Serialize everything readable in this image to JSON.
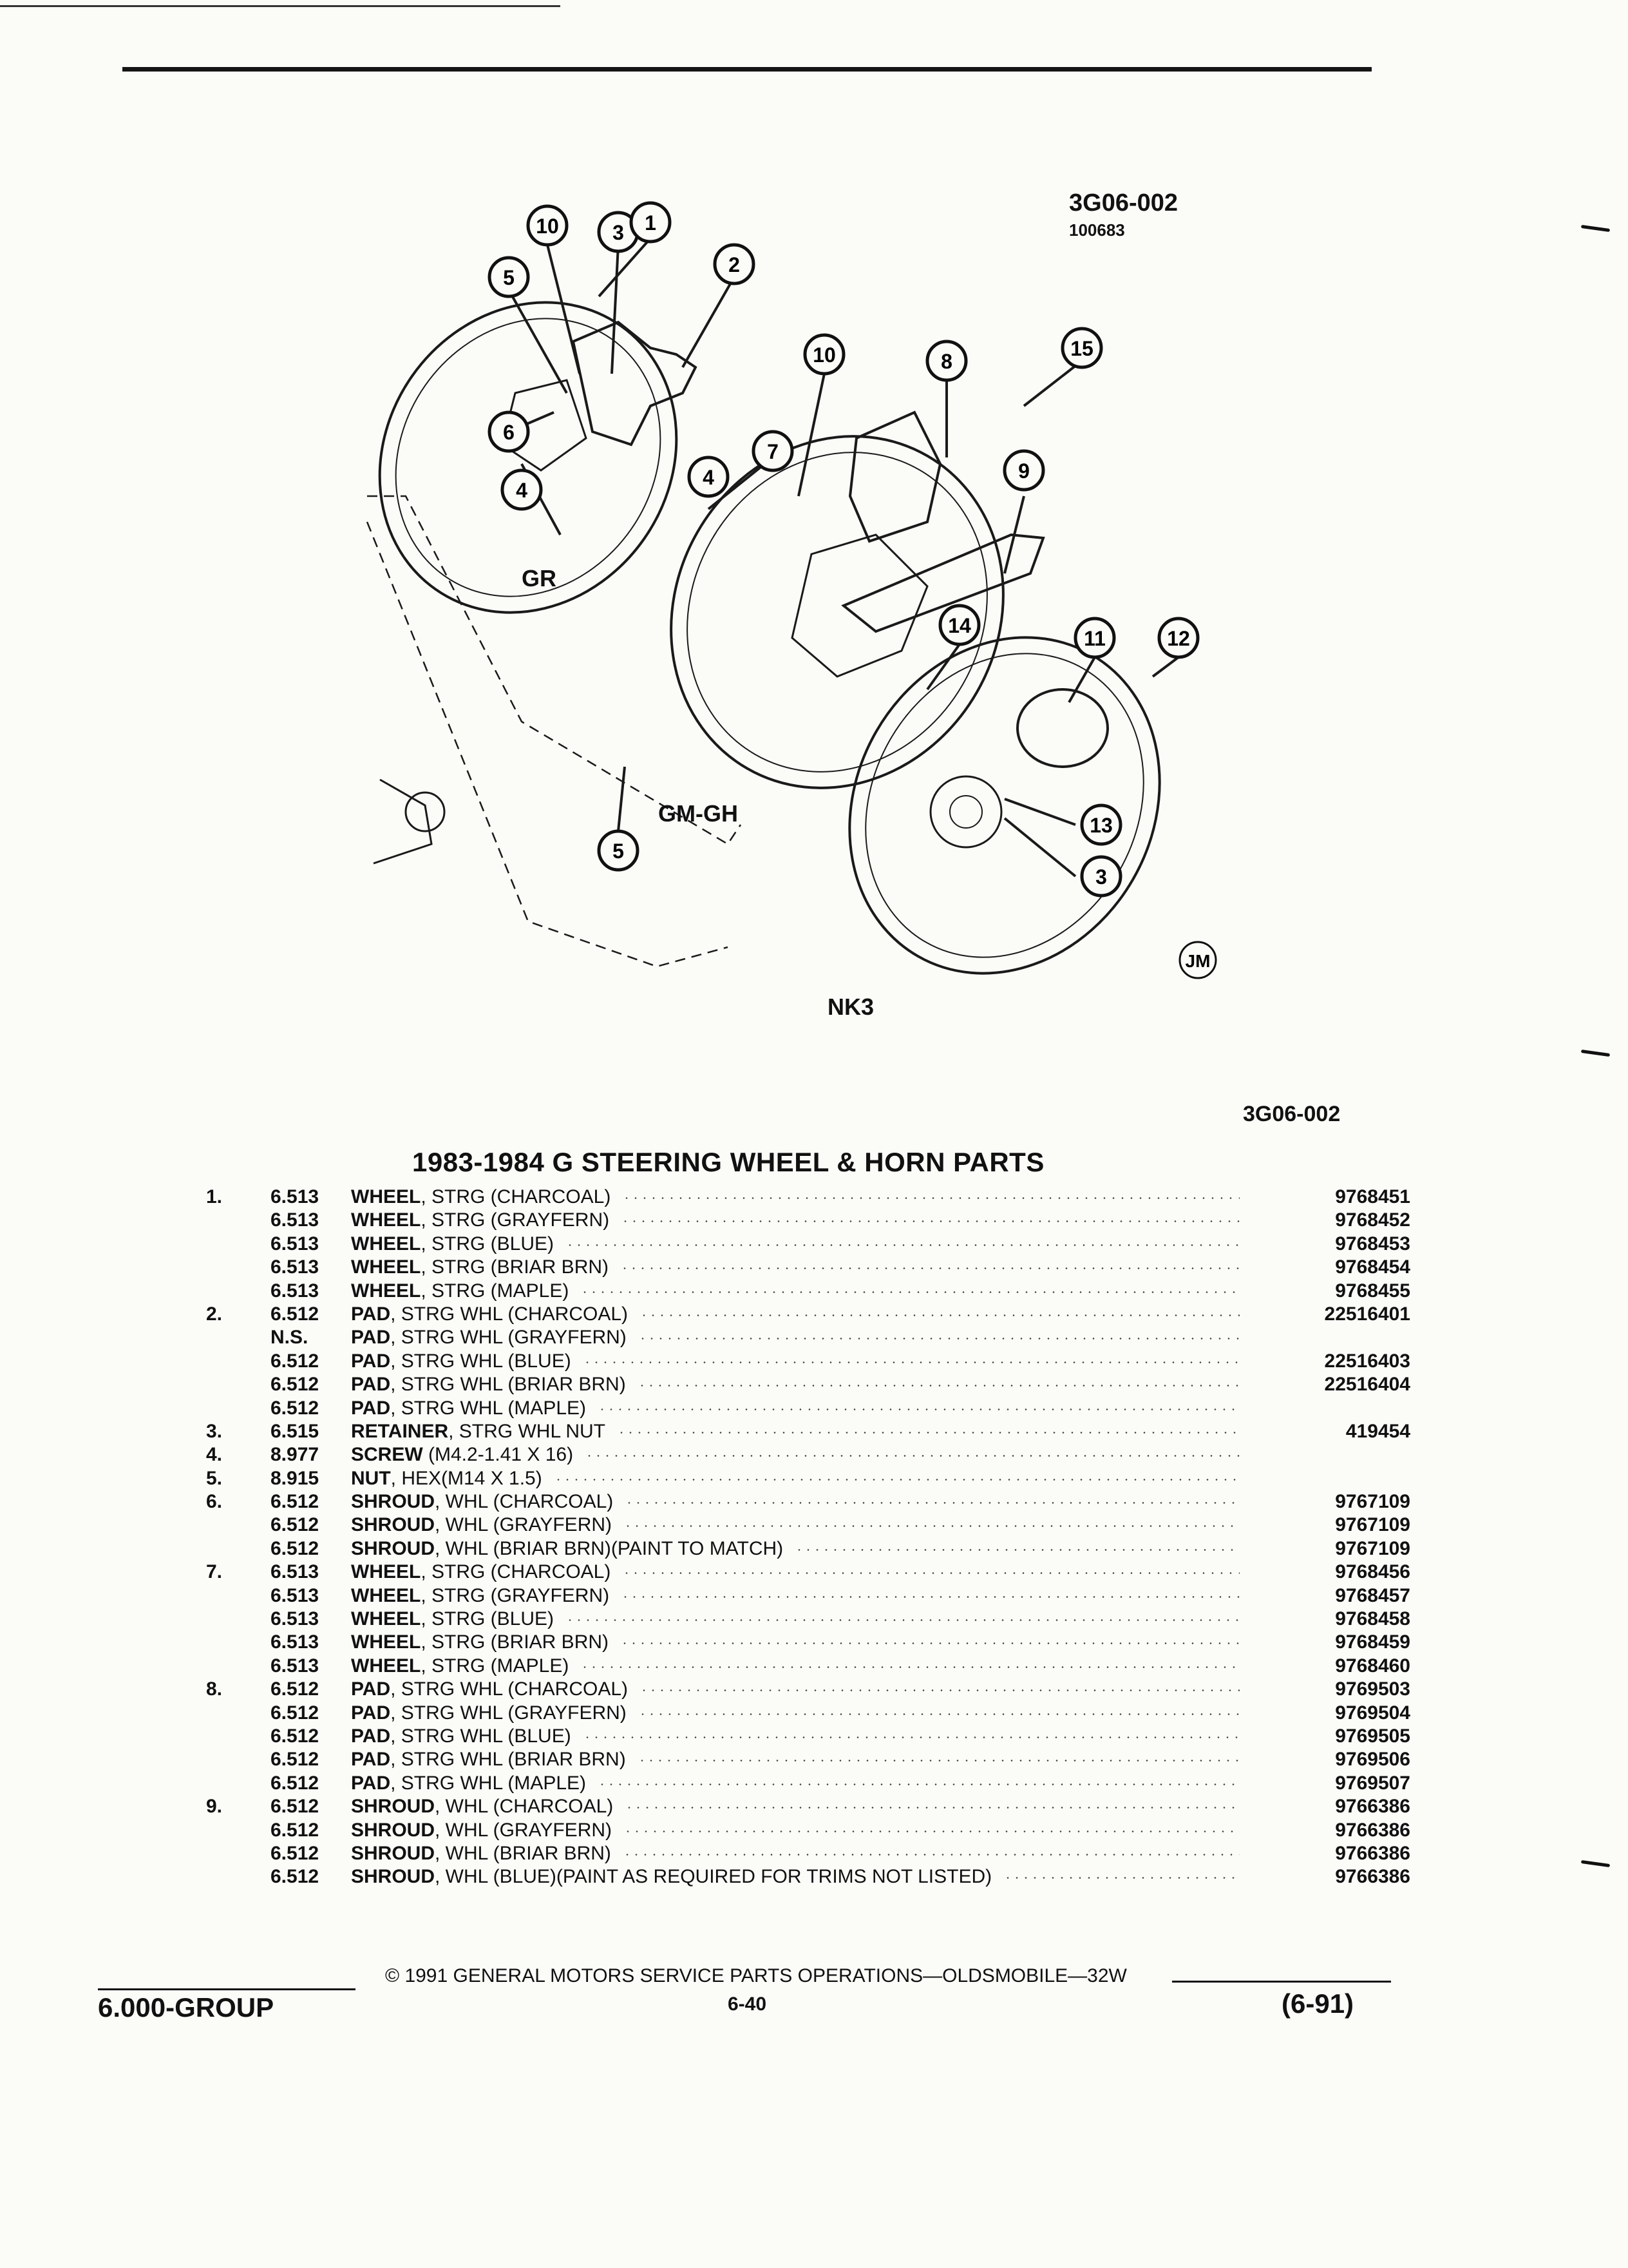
{
  "figure": {
    "code": "3G06-002",
    "date": "100683",
    "labels": {
      "gr": "GR",
      "gm_gh": "GM-GH",
      "nk3": "NK3",
      "jm": "JM"
    },
    "callouts": [
      "10",
      "3",
      "1",
      "2",
      "5",
      "6",
      "4",
      "10",
      "8",
      "15",
      "7",
      "9",
      "14",
      "11",
      "12",
      "13",
      "3",
      "5",
      "4"
    ]
  },
  "reference_code": "3G06-002",
  "title": "1983-1984 G STEERING WHEEL & HORN PARTS",
  "parts": [
    {
      "num": "1.",
      "cat": "6.513",
      "name": "WHEEL",
      "desc": ", STRG (CHARCOAL)",
      "pn": "9768451"
    },
    {
      "num": "",
      "cat": "6.513",
      "name": "WHEEL",
      "desc": ", STRG (GRAYFERN)",
      "pn": "9768452"
    },
    {
      "num": "",
      "cat": "6.513",
      "name": "WHEEL",
      "desc": ", STRG (BLUE)",
      "pn": "9768453"
    },
    {
      "num": "",
      "cat": "6.513",
      "name": "WHEEL",
      "desc": ", STRG (BRIAR BRN)",
      "pn": "9768454"
    },
    {
      "num": "",
      "cat": "6.513",
      "name": "WHEEL",
      "desc": ", STRG (MAPLE)",
      "pn": "9768455"
    },
    {
      "num": "2.",
      "cat": "6.512",
      "name": "PAD",
      "desc": ", STRG WHL (CHARCOAL)",
      "pn": "22516401"
    },
    {
      "num": "",
      "cat": "N.S.",
      "name": "PAD",
      "desc": ", STRG WHL (GRAYFERN)",
      "pn": ""
    },
    {
      "num": "",
      "cat": "6.512",
      "name": "PAD",
      "desc": ", STRG WHL (BLUE)",
      "pn": "22516403"
    },
    {
      "num": "",
      "cat": "6.512",
      "name": "PAD",
      "desc": ", STRG WHL (BRIAR BRN)",
      "pn": "22516404"
    },
    {
      "num": "",
      "cat": "6.512",
      "name": "PAD",
      "desc": ", STRG WHL (MAPLE)",
      "pn": ""
    },
    {
      "num": "3.",
      "cat": "6.515",
      "name": "RETAINER",
      "desc": ", STRG WHL NUT",
      "pn": "419454"
    },
    {
      "num": "4.",
      "cat": "8.977",
      "name": "SCREW",
      "desc": " (M4.2-1.41 X 16)",
      "pn": ""
    },
    {
      "num": "5.",
      "cat": "8.915",
      "name": "NUT",
      "desc": ", HEX(M14 X 1.5)",
      "pn": ""
    },
    {
      "num": "6.",
      "cat": "6.512",
      "name": "SHROUD",
      "desc": ", WHL (CHARCOAL)",
      "pn": "9767109"
    },
    {
      "num": "",
      "cat": "6.512",
      "name": "SHROUD",
      "desc": ", WHL (GRAYFERN)",
      "pn": "9767109"
    },
    {
      "num": "",
      "cat": "6.512",
      "name": "SHROUD",
      "desc": ", WHL (BRIAR BRN)(PAINT TO MATCH)",
      "pn": "9767109"
    },
    {
      "num": "7.",
      "cat": "6.513",
      "name": "WHEEL",
      "desc": ", STRG (CHARCOAL)",
      "pn": "9768456"
    },
    {
      "num": "",
      "cat": "6.513",
      "name": "WHEEL",
      "desc": ", STRG (GRAYFERN)",
      "pn": "9768457"
    },
    {
      "num": "",
      "cat": "6.513",
      "name": "WHEEL",
      "desc": ", STRG (BLUE)",
      "pn": "9768458"
    },
    {
      "num": "",
      "cat": "6.513",
      "name": "WHEEL",
      "desc": ", STRG (BRIAR BRN)",
      "pn": "9768459"
    },
    {
      "num": "",
      "cat": "6.513",
      "name": "WHEEL",
      "desc": ", STRG (MAPLE)",
      "pn": "9768460"
    },
    {
      "num": "8.",
      "cat": "6.512",
      "name": "PAD",
      "desc": ", STRG WHL (CHARCOAL)",
      "pn": "9769503"
    },
    {
      "num": "",
      "cat": "6.512",
      "name": "PAD",
      "desc": ", STRG WHL (GRAYFERN)",
      "pn": "9769504"
    },
    {
      "num": "",
      "cat": "6.512",
      "name": "PAD",
      "desc": ", STRG WHL (BLUE)",
      "pn": "9769505"
    },
    {
      "num": "",
      "cat": "6.512",
      "name": "PAD",
      "desc": ", STRG WHL (BRIAR BRN)",
      "pn": "9769506"
    },
    {
      "num": "",
      "cat": "6.512",
      "name": "PAD",
      "desc": ", STRG WHL (MAPLE)",
      "pn": "9769507"
    },
    {
      "num": "9.",
      "cat": "6.512",
      "name": "SHROUD",
      "desc": ", WHL (CHARCOAL)",
      "pn": "9766386"
    },
    {
      "num": "",
      "cat": "6.512",
      "name": "SHROUD",
      "desc": ", WHL (GRAYFERN)",
      "pn": "9766386"
    },
    {
      "num": "",
      "cat": "6.512",
      "name": "SHROUD",
      "desc": ", WHL (BRIAR BRN)",
      "pn": "9766386"
    },
    {
      "num": "",
      "cat": "6.512",
      "name": "SHROUD",
      "desc": ", WHL (BLUE)(PAINT AS REQUIRED FOR TRIMS NOT LISTED)",
      "pn": "9766386"
    }
  ],
  "footer": {
    "copyright": "© 1991 GENERAL MOTORS SERVICE PARTS OPERATIONS—OLDSMOBILE—32W",
    "group": "6.000-GROUP",
    "page": "6-40",
    "revision": "(6-91)"
  }
}
